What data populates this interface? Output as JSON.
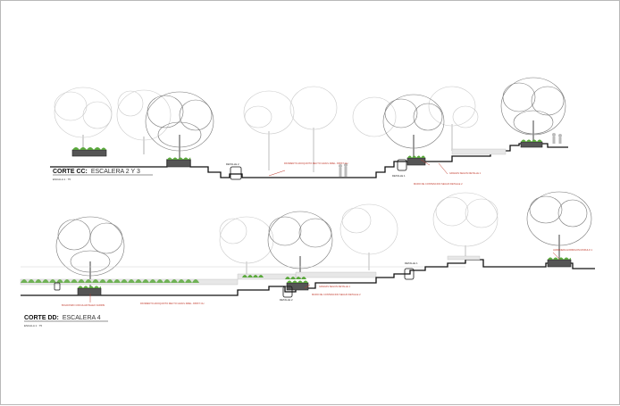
{
  "section_cc": {
    "title_prefix": "CORTE CC:",
    "title_main": "ESCALERA 2 Y 3",
    "scale": "ESCALA 1 : 75",
    "notes": [
      "PAVIMENTO ADOQUINTO RECTO GRAVL DREL. 8X8X7 CH",
      "DETALLE 2",
      "DETALLE 1",
      "MURO DE CONTENCION SEGUN DETALLE 2",
      "GRADAS SEGUN DETALLE 1"
    ]
  },
  "section_dd": {
    "title_prefix": "CORTE DD:",
    "title_main": "ESCALERA 4",
    "scale": "ESCALA 1 : 75",
    "notes": [
      "BOLDOSRO CIRCULAR PELEO FARRIS",
      "PAVIMENTO ADOQUINTO RECTO GRAVL DREL. 8X8X7 CH",
      "DETALLE 2",
      "DETALLE 1",
      "GRADAS SEGUN DETALLE 1",
      "MURO DE CONTENCION SEGUN DETALLE 2",
      "JARDINERA HORMIGON MODULO 1"
    ]
  }
}
